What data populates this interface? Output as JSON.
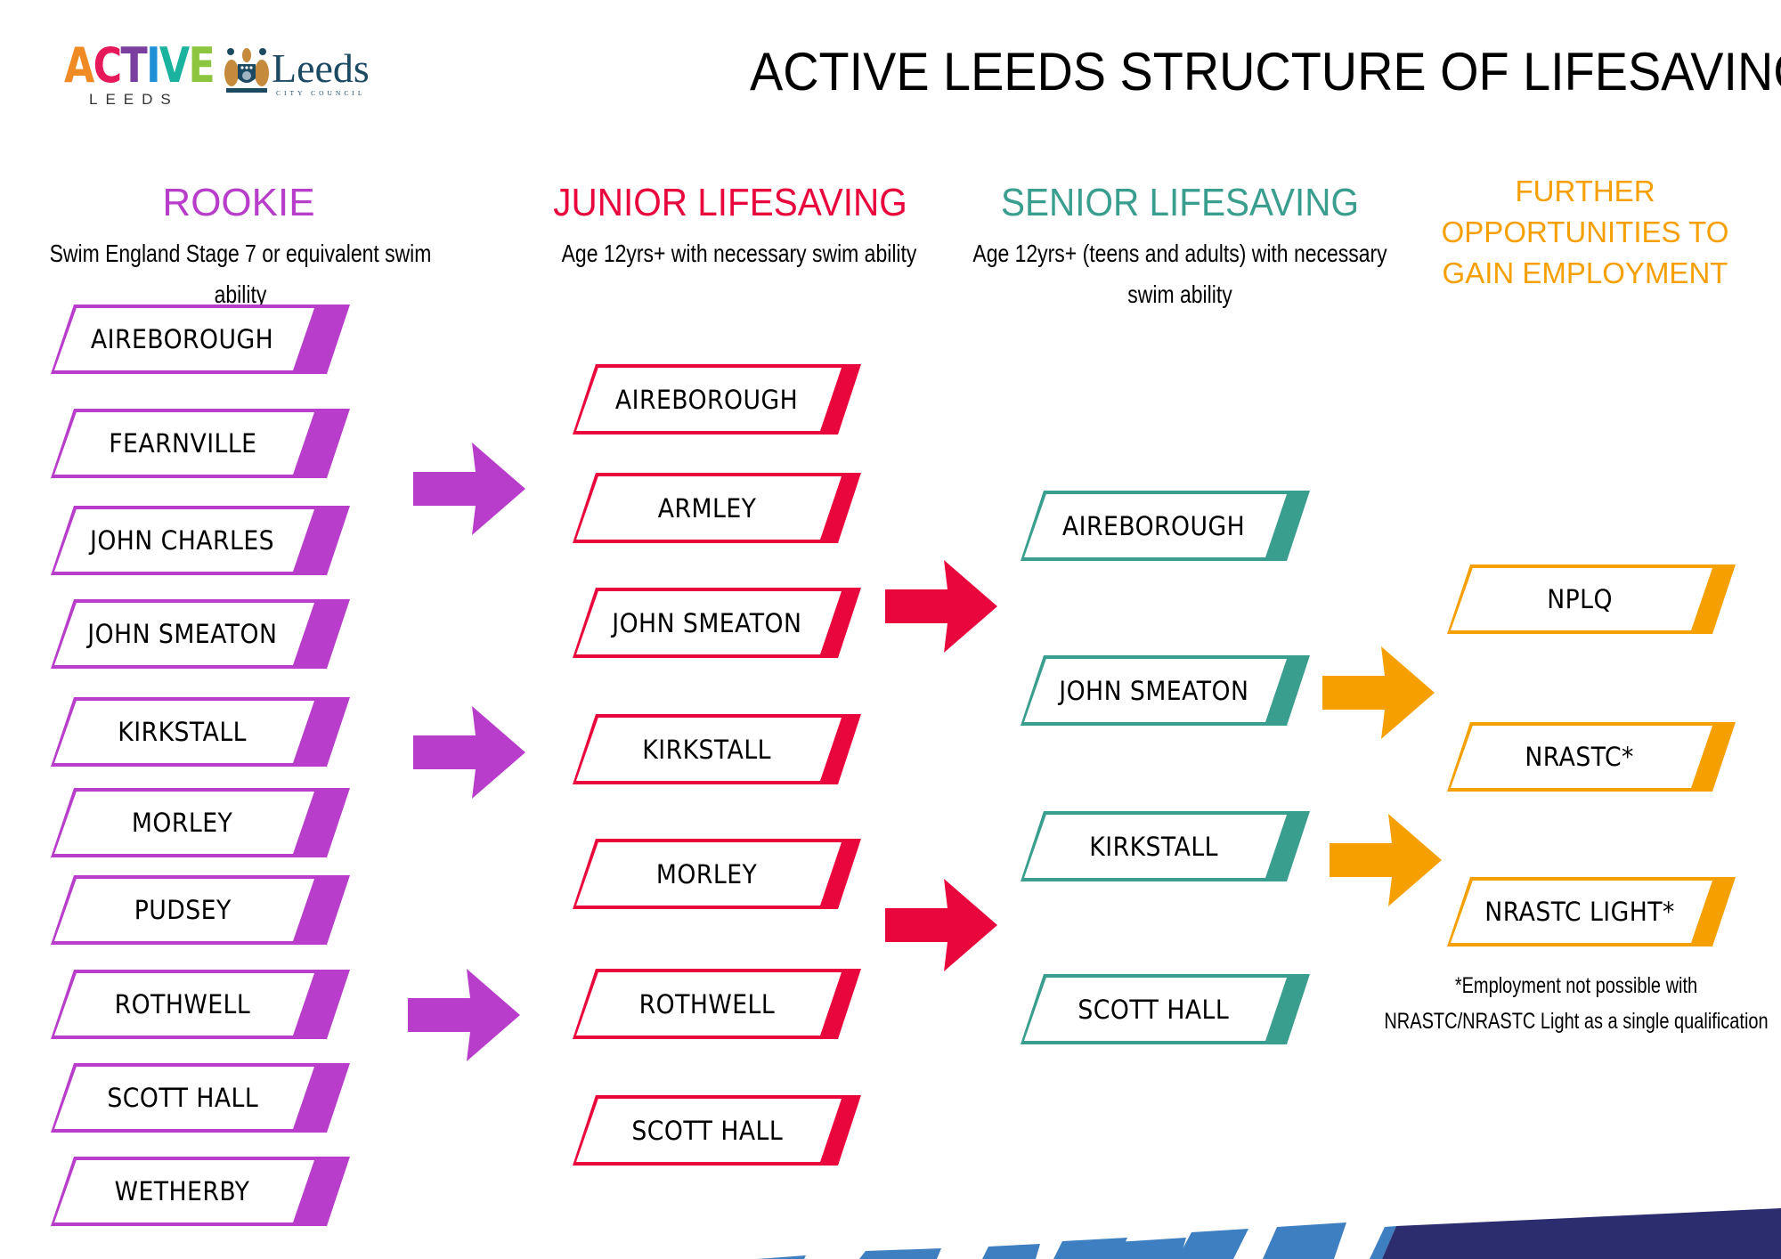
{
  "header": {
    "title": "ACTIVE LEEDS STRUCTURE OF LIFESAVING",
    "logos": {
      "active_leeds": {
        "word": "ACTIVE",
        "sub": "LEEDS",
        "letter_colors": [
          "#f08a24",
          "#e6195a",
          "#7b3fa0",
          "#1f8fd6",
          "#19b3a0",
          "#8cc63f"
        ]
      },
      "leeds_city_council": {
        "name": "Leeds",
        "sub": "CITY COUNCIL",
        "color": "#1d4a63"
      }
    }
  },
  "colors": {
    "rookie": "#b83dca",
    "junior": "#e8063c",
    "senior": "#3a9e8f",
    "further": "#f5a000",
    "deco_light": "#3e7fc1",
    "deco_dark": "#2b2d6e"
  },
  "columns": {
    "rookie": {
      "heading": "ROOKIE",
      "subheading": "Swim England Stage 7 or equivalent swim ability",
      "items": [
        "AIREBOROUGH",
        "FEARNVILLE",
        "JOHN CHARLES",
        "JOHN SMEATON",
        "KIRKSTALL",
        "MORLEY",
        "PUDSEY",
        "ROTHWELL",
        "SCOTT HALL",
        "WETHERBY"
      ]
    },
    "junior": {
      "heading": "JUNIOR LIFESAVING",
      "subheading": "Age 12yrs+ with necessary swim ability",
      "items": [
        "AIREBOROUGH",
        "ARMLEY",
        "JOHN SMEATON",
        "KIRKSTALL",
        "MORLEY",
        "ROTHWELL",
        "SCOTT HALL"
      ]
    },
    "senior": {
      "heading": "SENIOR LIFESAVING",
      "subheading_line1": "Age 12yrs+ (teens and adults) with necessary",
      "subheading_line2": "swim ability",
      "items": [
        "AIREBOROUGH",
        "JOHN SMEATON",
        "KIRKSTALL",
        "SCOTT HALL"
      ]
    },
    "further": {
      "heading_line1": "FURTHER",
      "heading_line2": "OPPORTUNITIES TO",
      "heading_line3": "GAIN EMPLOYMENT",
      "items": [
        "NPLQ",
        "NRASTC*",
        "NRASTC LIGHT*"
      ],
      "footnote_line1": "*Employment not possible with",
      "footnote_line2": "NRASTC/NRASTC Light as a single qualification"
    }
  },
  "arrows": {
    "rookie_to_junior": 3,
    "junior_to_senior": 2,
    "senior_to_further": 2
  }
}
